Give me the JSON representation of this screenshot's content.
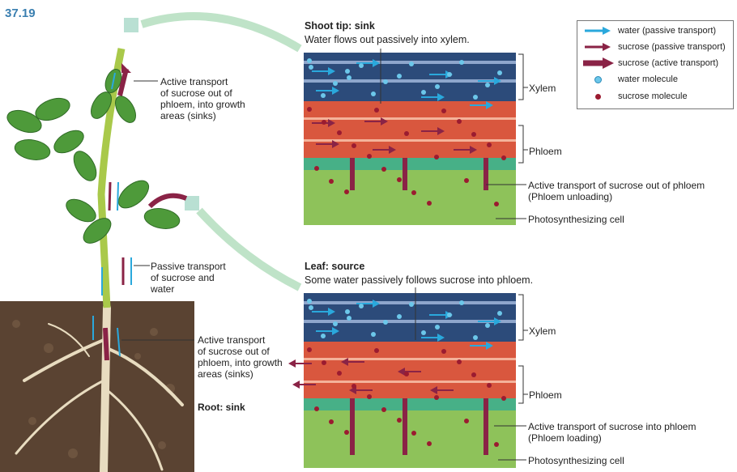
{
  "figure_number": "37.19",
  "legend": {
    "items": [
      {
        "label": "water (passive transport)",
        "icon": "water-passive-arrow-icon",
        "color": "#2aa8dc"
      },
      {
        "label": "sucrose (passive transport)",
        "icon": "sucrose-passive-arrow-icon",
        "color": "#8a2346"
      },
      {
        "label": "sucrose (active transport)",
        "icon": "sucrose-active-arrow-icon",
        "color": "#8a2346"
      },
      {
        "label": "water molecule",
        "icon": "water-molecule-icon",
        "color": "#6cc7ea"
      },
      {
        "label": "sucrose molecule",
        "icon": "sucrose-molecule-icon",
        "color": "#9b1b30"
      }
    ]
  },
  "plant_labels": {
    "shoot": [
      "Active transport",
      "of sucrose out of",
      "phloem, into growth",
      "areas (sinks)"
    ],
    "stem": [
      "Passive transport",
      "of sucrose and",
      "water"
    ],
    "root": [
      "Active transport",
      "of sucrose out of",
      "phloem, into growth",
      "areas (sinks)"
    ],
    "root_title": "Root: sink"
  },
  "panels": [
    {
      "title": "Shoot tip: sink",
      "subtitle": "Water flows out passively into xylem.",
      "xylem": "Xylem",
      "phloem": "Phloem",
      "transport": [
        "Active transport of sucrose out of phloem",
        "(Phloem unloading)"
      ],
      "cell": "Photosynthesizing cell"
    },
    {
      "title": "Leaf: source",
      "subtitle": "Some water passively follows sucrose into phloem.",
      "xylem": "Xylem",
      "phloem": "Phloem",
      "transport": [
        "Active transport of sucrose into phloem",
        "(Phloem loading)"
      ],
      "cell": "Photosynthesizing cell"
    }
  ],
  "colors": {
    "water": "#2aa8dc",
    "sucrose": "#8a2346",
    "xylem": "#2c4b7a",
    "phloem": "#d9573e",
    "cells": "#8ec25a",
    "soil": "#5a4332"
  }
}
